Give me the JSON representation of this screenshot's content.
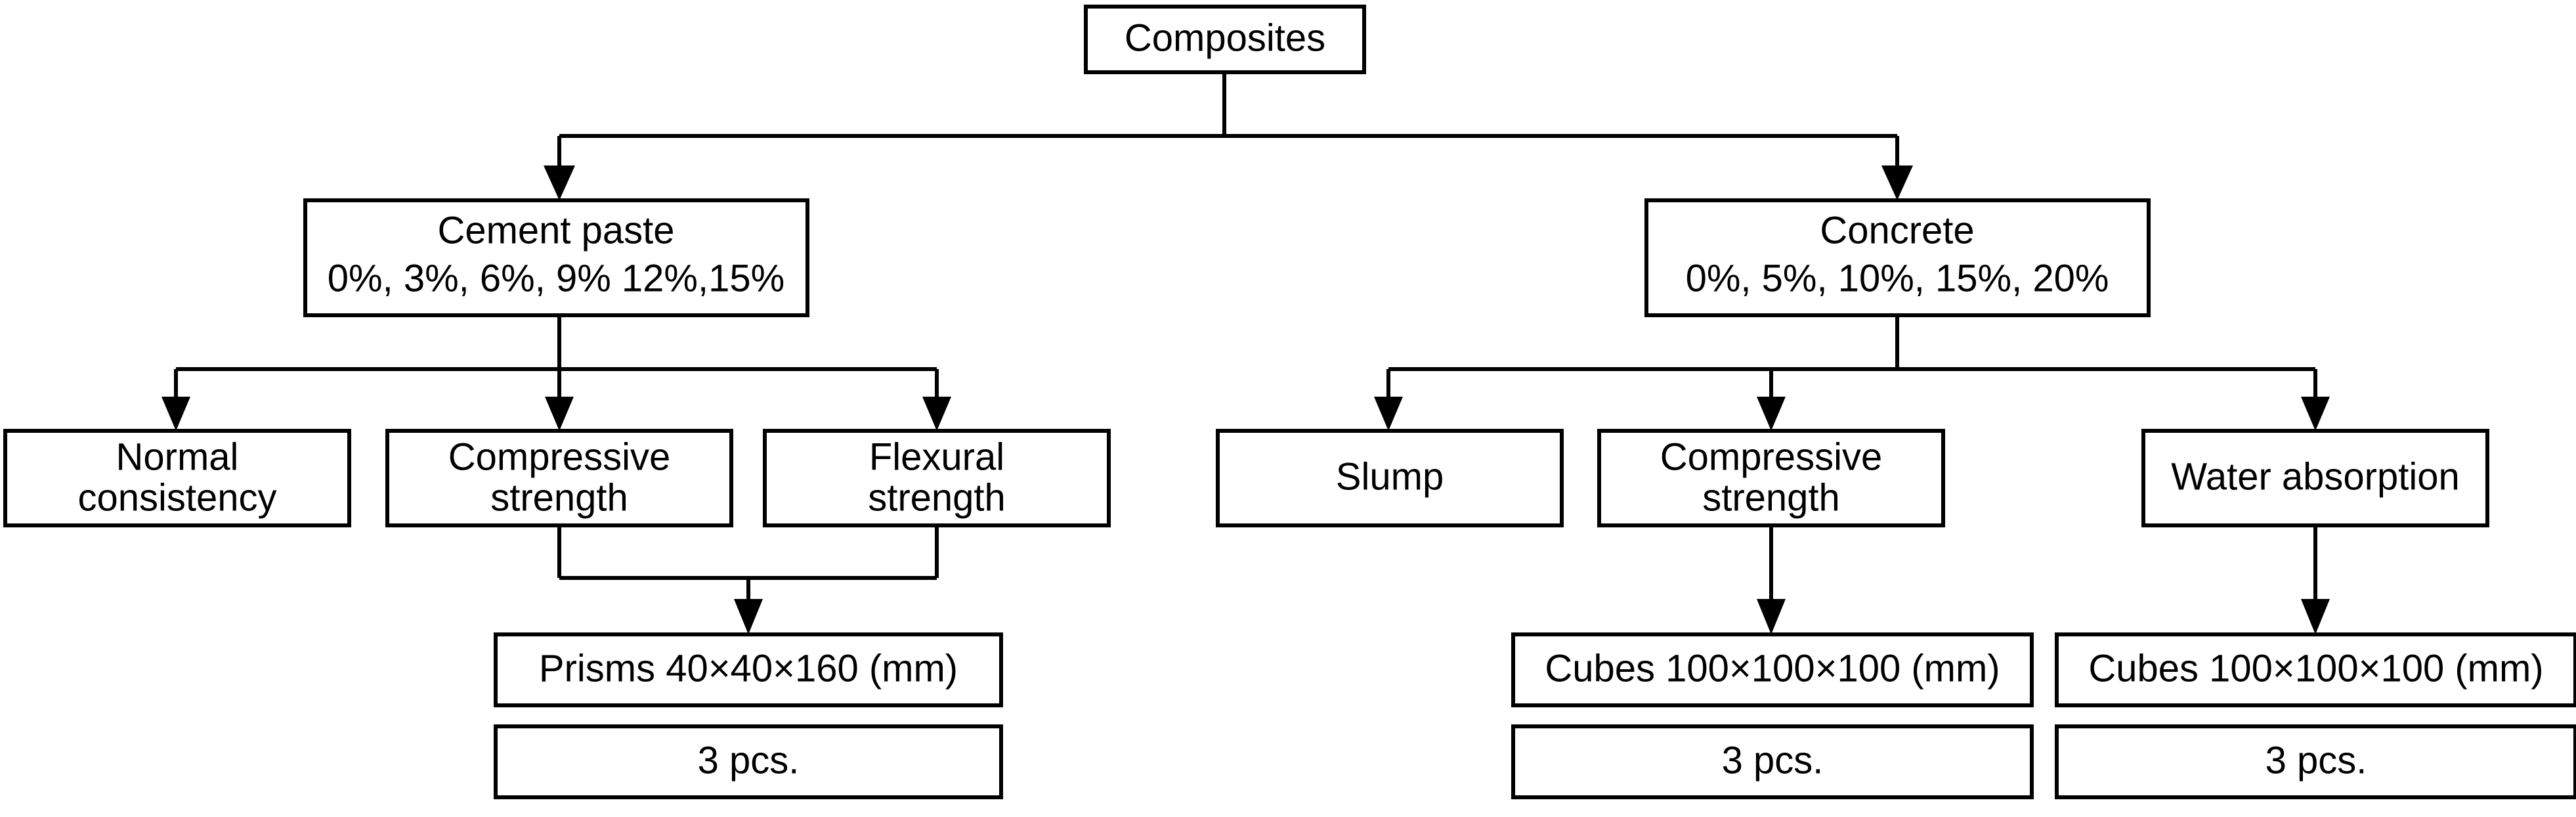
{
  "diagram": {
    "title": "Composites experimental program flowchart",
    "colors": {
      "background": "#ffffff",
      "box_fill": "#ffffff",
      "box_stroke": "#000000",
      "text": "#000000",
      "connector": "#000000"
    },
    "nodes": {
      "root": {
        "label": "Composites"
      },
      "cement_paste": {
        "line1": "Cement paste",
        "line2": "0%, 3%, 6%, 9% 12%,15%"
      },
      "concrete": {
        "line1": "Concrete",
        "line2": "0%, 5%, 10%, 15%, 20%"
      },
      "normal_consistency": {
        "line1": "Normal",
        "line2": "consistency"
      },
      "cement_compressive_strength": {
        "line1": "Compressive",
        "line2": "strength"
      },
      "flexural_strength": {
        "line1": "Flexural",
        "line2": "strength"
      },
      "slump": {
        "line1": "Slump"
      },
      "concrete_compressive_strength": {
        "line1": "Compressive",
        "line2": "strength"
      },
      "water_absorption": {
        "line1": "Water absorption"
      },
      "prisms_specimen": {
        "label": "Prisms 40×40×160 (mm)"
      },
      "prisms_count": {
        "label": "3 pcs."
      },
      "cubes_specimen_compressive": {
        "label": "Cubes 100×100×100 (mm)"
      },
      "cubes_count_compressive": {
        "label": "3 pcs."
      },
      "cubes_specimen_absorption": {
        "label": "Cubes 100×100×100 (mm)"
      },
      "cubes_count_absorption": {
        "label": "3 pcs."
      }
    },
    "edges": [
      {
        "from": "root",
        "to": "cement_paste"
      },
      {
        "from": "root",
        "to": "concrete"
      },
      {
        "from": "cement_paste",
        "to": "normal_consistency"
      },
      {
        "from": "cement_paste",
        "to": "cement_compressive_strength"
      },
      {
        "from": "cement_paste",
        "to": "flexural_strength"
      },
      {
        "from": "concrete",
        "to": "slump"
      },
      {
        "from": "concrete",
        "to": "concrete_compressive_strength"
      },
      {
        "from": "concrete",
        "to": "water_absorption"
      },
      {
        "from": "cement_compressive_strength",
        "to": "prisms_specimen"
      },
      {
        "from": "flexural_strength",
        "to": "prisms_specimen"
      },
      {
        "from": "concrete_compressive_strength",
        "to": "cubes_specimen_compressive"
      },
      {
        "from": "water_absorption",
        "to": "cubes_specimen_absorption"
      }
    ]
  }
}
